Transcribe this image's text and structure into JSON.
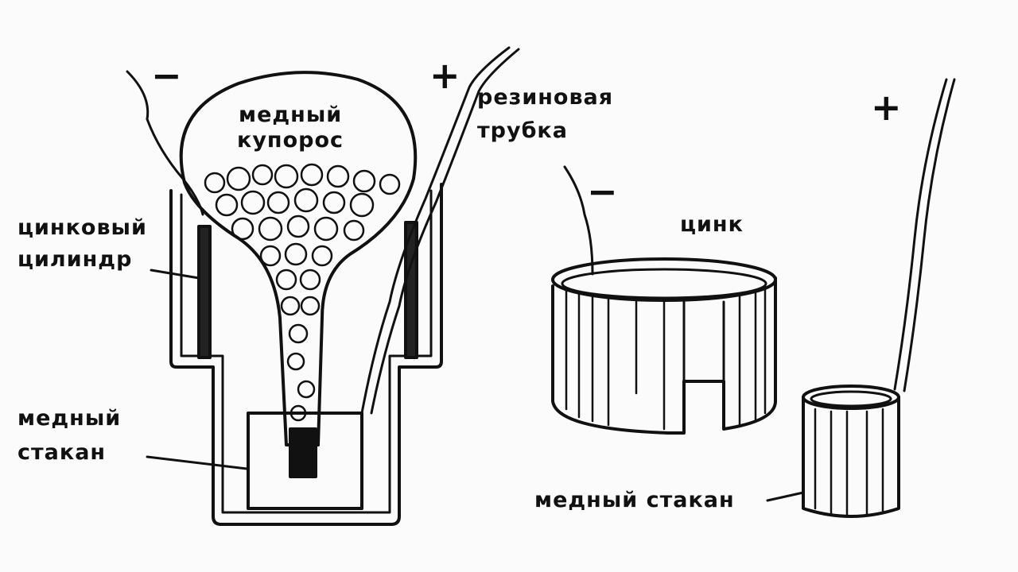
{
  "left_diagram": {
    "minus": "−",
    "plus": "+",
    "funnel_label_1": "медный",
    "funnel_label_2": "купорос",
    "tube_label_1": "резиновая",
    "tube_label_2": "трубка",
    "zinc_label_1": "цинковый",
    "zinc_label_2": "цилиндр",
    "cup_label_1": "медный",
    "cup_label_2": "стакан"
  },
  "right_diagram": {
    "minus": "−",
    "plus": "+",
    "zinc_label": "цинк",
    "cup_label": "медный стакан"
  }
}
